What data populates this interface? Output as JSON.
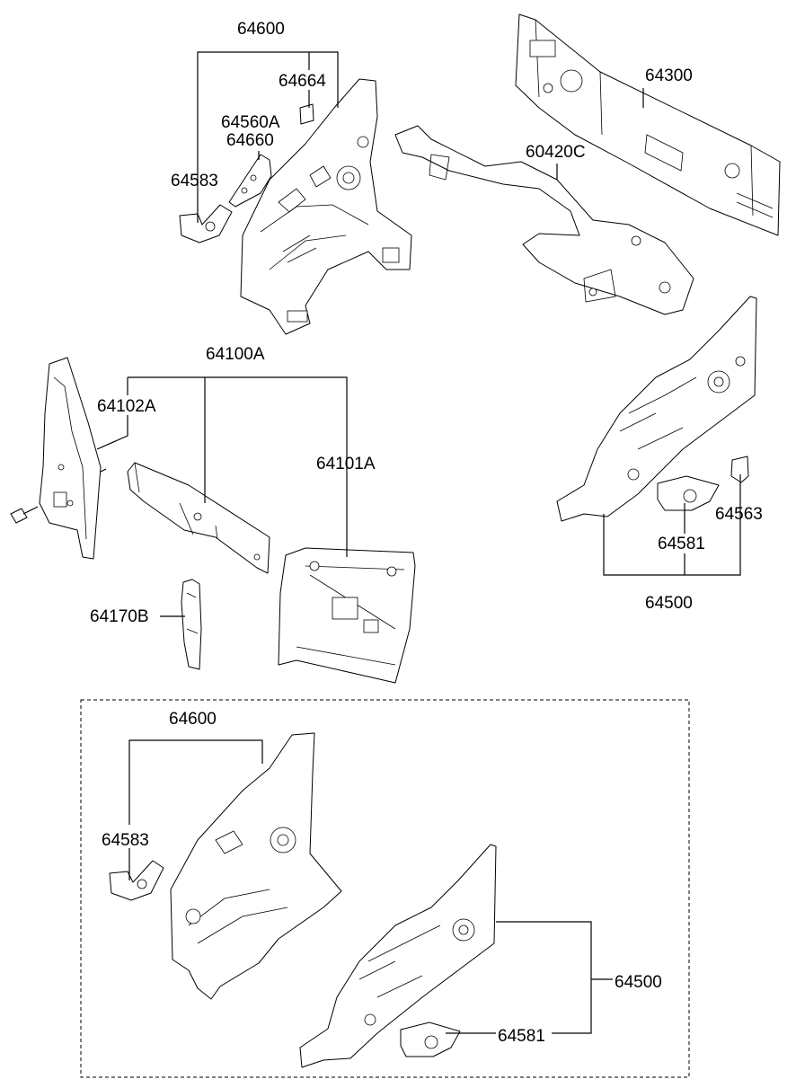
{
  "labels": {
    "l64600_top": "64600",
    "l64664": "64664",
    "l64560A": "64560A",
    "l64660": "64660",
    "l64583_top": "64583",
    "l64300": "64300",
    "l60420C": "60420C",
    "l64100A": "64100A",
    "l64102A": "64102A",
    "l64101A": "64101A",
    "l64170B": "64170B",
    "l64563": "64563",
    "l64581_top": "64581",
    "l64500_top": "64500",
    "l64600_bot": "64600",
    "l64583_bot": "64583",
    "l64500_bot": "64500",
    "l64581_bot": "64581"
  }
}
